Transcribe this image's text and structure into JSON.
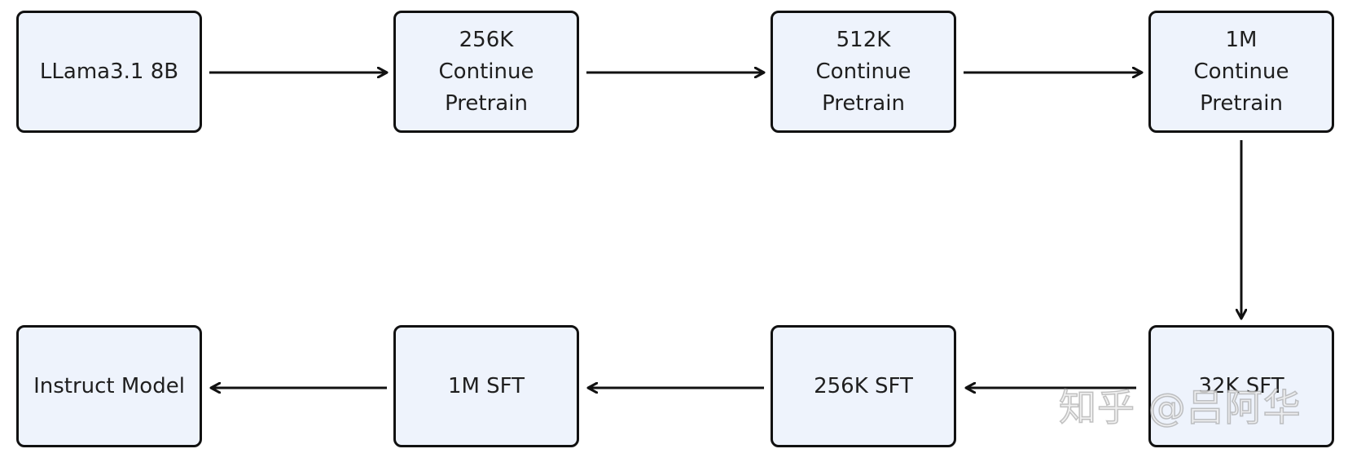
{
  "diagram": {
    "nodes": [
      {
        "id": "n1",
        "label": "LLama3.1 8B"
      },
      {
        "id": "n2",
        "label": "256K\nContinue\nPretrain"
      },
      {
        "id": "n3",
        "label": "512K\nContinue\nPretrain"
      },
      {
        "id": "n4",
        "label": "1M\nContinue\nPretrain"
      },
      {
        "id": "n5",
        "label": "32K SFT"
      },
      {
        "id": "n6",
        "label": "256K SFT"
      },
      {
        "id": "n7",
        "label": "1M SFT"
      },
      {
        "id": "n8",
        "label": "Instruct Model"
      }
    ],
    "edges": [
      {
        "from": "LLama3.1 8B",
        "to": "256K Continue Pretrain"
      },
      {
        "from": "256K Continue Pretrain",
        "to": "512K Continue Pretrain"
      },
      {
        "from": "512K Continue Pretrain",
        "to": "1M Continue Pretrain"
      },
      {
        "from": "1M Continue Pretrain",
        "to": "32K SFT"
      },
      {
        "from": "32K SFT",
        "to": "256K SFT"
      },
      {
        "from": "256K SFT",
        "to": "1M SFT"
      },
      {
        "from": "1M SFT",
        "to": "Instruct Model"
      }
    ]
  },
  "watermark": {
    "text": "知乎 @吕阿华"
  }
}
